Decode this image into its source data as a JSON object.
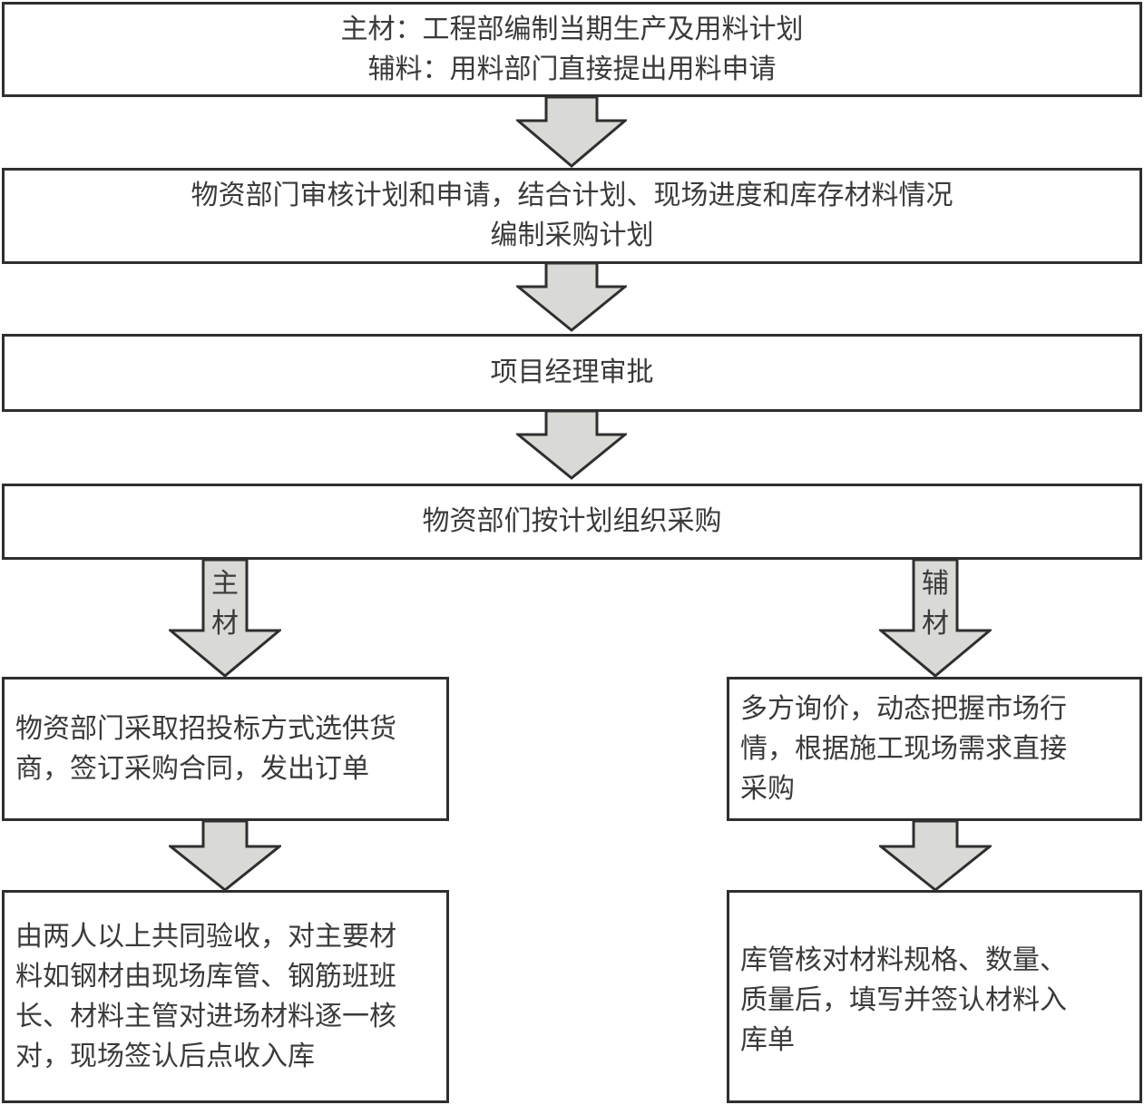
{
  "steps": {
    "step1": {
      "line1": "主材：工程部编制当期生产及用料计划",
      "line2": "辅料：用料部门直接提出用料申请"
    },
    "step2": {
      "line1": "物资部门审核计划和申请，结合计划、现场进度和库存材料情况",
      "line2": "编制采购计划"
    },
    "step3": {
      "line1": "项目经理审批"
    },
    "step4": {
      "line1": "物资部们按计划组织采购"
    }
  },
  "branches": {
    "main": {
      "label_char1": "主",
      "label_char2": "材",
      "step1": {
        "line1": "物资部门采取招投标方式选供货",
        "line2": "商，签订采购合同，发出订单"
      },
      "step2": {
        "line1": "由两人以上共同验收，对主要材",
        "line2": "料如钢材由现场库管、钢筋班班",
        "line3": "长、材料主管对进场材料逐一核",
        "line4": "对，现场签认后点收入库"
      }
    },
    "aux": {
      "label_char1": "辅",
      "label_char2": "材",
      "step1": {
        "line1": "多方询价，动态把握市场行",
        "line2": "情，根据施工现场需求直接",
        "line3": "采购"
      },
      "step2": {
        "line1": "库管核对材料规格、数量、",
        "line2": "质量后，填写并签认材料入",
        "line3": "库单"
      }
    }
  },
  "colors": {
    "arrow_fill": "#d9d9d6",
    "stroke": "#2f2f2f"
  }
}
